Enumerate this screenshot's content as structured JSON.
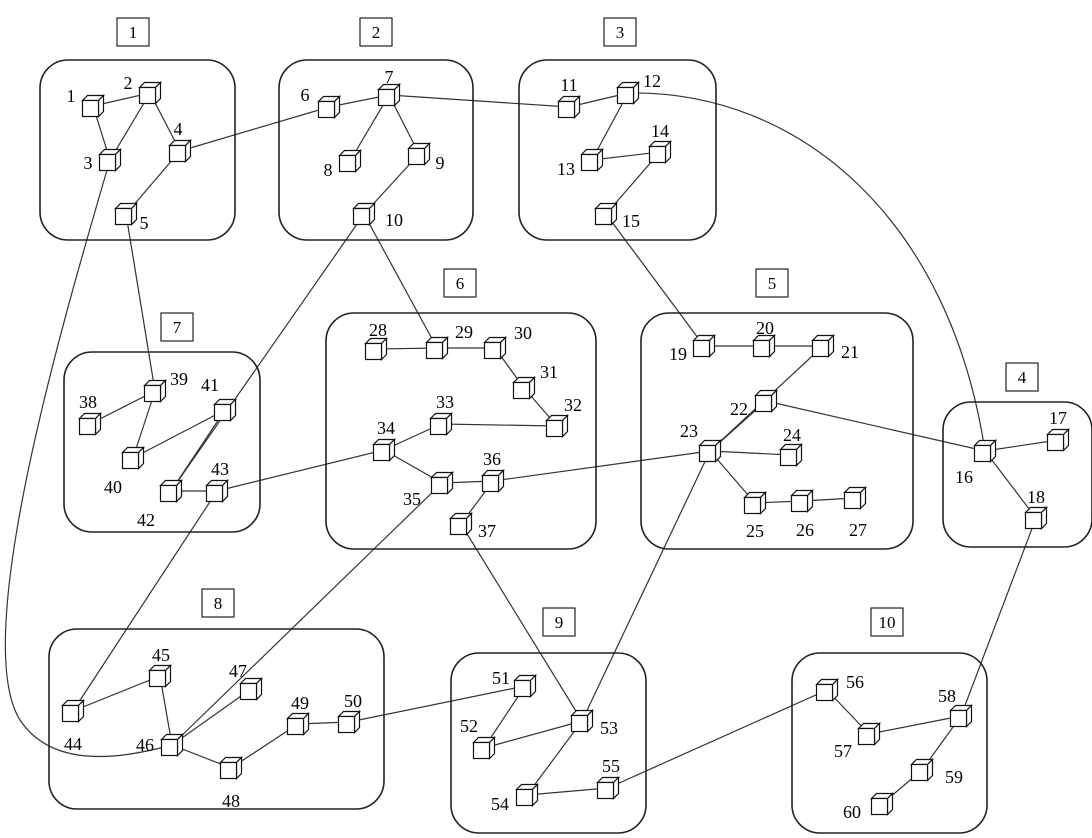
{
  "groups": [
    {
      "label": "1"
    },
    {
      "label": "2"
    },
    {
      "label": "3"
    },
    {
      "label": "4"
    },
    {
      "label": "5"
    },
    {
      "label": "6"
    },
    {
      "label": "7"
    },
    {
      "label": "8"
    },
    {
      "label": "9"
    },
    {
      "label": "10"
    }
  ],
  "nodes": [
    {
      "id": "1"
    },
    {
      "id": "2"
    },
    {
      "id": "3"
    },
    {
      "id": "4"
    },
    {
      "id": "5"
    },
    {
      "id": "6"
    },
    {
      "id": "7"
    },
    {
      "id": "8"
    },
    {
      "id": "9"
    },
    {
      "id": "10"
    },
    {
      "id": "11"
    },
    {
      "id": "12"
    },
    {
      "id": "13"
    },
    {
      "id": "14"
    },
    {
      "id": "15"
    },
    {
      "id": "16"
    },
    {
      "id": "17"
    },
    {
      "id": "18"
    },
    {
      "id": "19"
    },
    {
      "id": "20"
    },
    {
      "id": "21"
    },
    {
      "id": "22"
    },
    {
      "id": "23"
    },
    {
      "id": "24"
    },
    {
      "id": "25"
    },
    {
      "id": "26"
    },
    {
      "id": "27"
    },
    {
      "id": "28"
    },
    {
      "id": "29"
    },
    {
      "id": "30"
    },
    {
      "id": "31"
    },
    {
      "id": "32"
    },
    {
      "id": "33"
    },
    {
      "id": "34"
    },
    {
      "id": "35"
    },
    {
      "id": "36"
    },
    {
      "id": "37"
    },
    {
      "id": "38"
    },
    {
      "id": "39"
    },
    {
      "id": "40"
    },
    {
      "id": "41"
    },
    {
      "id": "42"
    },
    {
      "id": "43"
    },
    {
      "id": "44"
    },
    {
      "id": "45"
    },
    {
      "id": "46"
    },
    {
      "id": "47"
    },
    {
      "id": "48"
    },
    {
      "id": "49"
    },
    {
      "id": "50"
    },
    {
      "id": "51"
    },
    {
      "id": "52"
    },
    {
      "id": "53"
    },
    {
      "id": "54"
    },
    {
      "id": "55"
    },
    {
      "id": "56"
    },
    {
      "id": "57"
    },
    {
      "id": "58"
    },
    {
      "id": "59"
    },
    {
      "id": "60"
    }
  ],
  "edges": [
    [
      "1",
      "2"
    ],
    [
      "1",
      "3"
    ],
    [
      "2",
      "3"
    ],
    [
      "2",
      "4"
    ],
    [
      "4",
      "5"
    ],
    [
      "4",
      "6"
    ],
    [
      "5",
      "39"
    ],
    [
      "3",
      "46"
    ],
    [
      "6",
      "7"
    ],
    [
      "7",
      "8"
    ],
    [
      "7",
      "9"
    ],
    [
      "9",
      "10"
    ],
    [
      "7",
      "11"
    ],
    [
      "10",
      "29"
    ],
    [
      "10",
      "42"
    ],
    [
      "11",
      "12"
    ],
    [
      "12",
      "13"
    ],
    [
      "13",
      "14"
    ],
    [
      "14",
      "15"
    ],
    [
      "15",
      "19"
    ],
    [
      "12",
      "16"
    ],
    [
      "16",
      "17"
    ],
    [
      "16",
      "18"
    ],
    [
      "18",
      "58"
    ],
    [
      "22",
      "16"
    ],
    [
      "19",
      "20"
    ],
    [
      "20",
      "21"
    ],
    [
      "21",
      "23"
    ],
    [
      "22",
      "23"
    ],
    [
      "23",
      "24"
    ],
    [
      "23",
      "25"
    ],
    [
      "25",
      "26"
    ],
    [
      "26",
      "27"
    ],
    [
      "23",
      "53"
    ],
    [
      "36",
      "23"
    ],
    [
      "28",
      "29"
    ],
    [
      "29",
      "30"
    ],
    [
      "30",
      "31"
    ],
    [
      "31",
      "32"
    ],
    [
      "33",
      "32"
    ],
    [
      "34",
      "33"
    ],
    [
      "34",
      "35"
    ],
    [
      "35",
      "36"
    ],
    [
      "36",
      "37"
    ],
    [
      "37",
      "53"
    ],
    [
      "35",
      "46"
    ],
    [
      "43",
      "34"
    ],
    [
      "38",
      "39"
    ],
    [
      "39",
      "40"
    ],
    [
      "40",
      "41"
    ],
    [
      "41",
      "42"
    ],
    [
      "42",
      "43"
    ],
    [
      "43",
      "44"
    ],
    [
      "44",
      "45"
    ],
    [
      "45",
      "46"
    ],
    [
      "46",
      "47"
    ],
    [
      "46",
      "48"
    ],
    [
      "48",
      "49"
    ],
    [
      "49",
      "50"
    ],
    [
      "50",
      "51"
    ],
    [
      "51",
      "52"
    ],
    [
      "52",
      "53"
    ],
    [
      "53",
      "54"
    ],
    [
      "54",
      "55"
    ],
    [
      "55",
      "56"
    ],
    [
      "56",
      "57"
    ],
    [
      "57",
      "58"
    ],
    [
      "58",
      "59"
    ],
    [
      "59",
      "60"
    ]
  ]
}
